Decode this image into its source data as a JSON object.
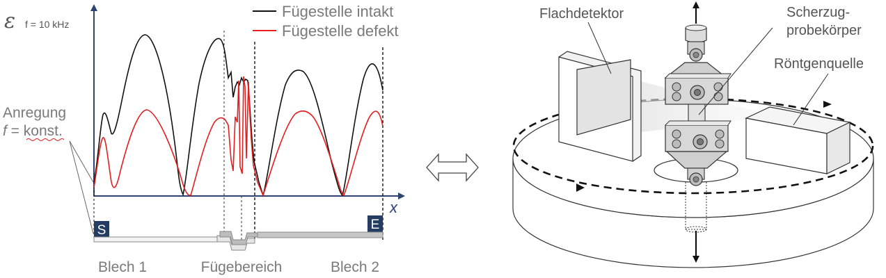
{
  "signal_plot": {
    "y_symbol": "ε",
    "y_subscript": "f = 10 kHz",
    "x_symbol": "x",
    "legend": [
      {
        "label": "Fügestelle intakt",
        "color": "#111111"
      },
      {
        "label": "Fügestelle defekt",
        "color": "#e41e1e"
      }
    ],
    "excitation_label_1": "Anregung",
    "excitation_label_2_var": "f",
    "excitation_label_2_rest": " = konst.",
    "start_badge": "S",
    "end_badge": "E",
    "region_labels": [
      "Blech 1",
      "Fügebereich",
      "Blech 2"
    ]
  },
  "ct_setup": {
    "detector_label": "Flachdetektor",
    "specimen_label_1": "Scherzug-",
    "specimen_label_2": "probekörper",
    "source_label": "Röntgenquelle"
  },
  "colors": {
    "intact": "#111111",
    "defect": "#e41e1e",
    "axis": "#2e4470",
    "badge": "#253c63",
    "label_gray": "#7a7a7a"
  }
}
